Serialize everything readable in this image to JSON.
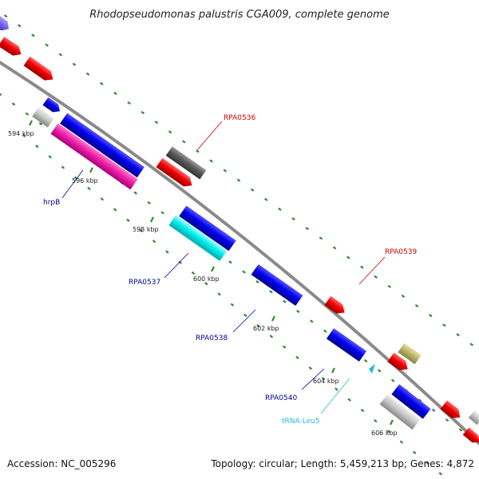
{
  "title": "Rhodopseudomonas palustris CGA009, complete genome",
  "accession": "Accession: NC_005296",
  "summary": "Topology: circular; Length: 5,459,213 bp; Genes: 4,872",
  "ticks": [
    "594 kbp",
    "596 kbp",
    "598 kbp",
    "600 kbp",
    "602 kbp",
    "604 kbp",
    "606 kbp"
  ],
  "gene_labels": [
    {
      "text": "RPA0536",
      "color": "#cc0000"
    },
    {
      "text": "hrpB",
      "color": "#000099"
    },
    {
      "text": "RPA0537",
      "color": "#000099"
    },
    {
      "text": "RPA0538",
      "color": "#000099"
    },
    {
      "text": "RPA0539",
      "color": "#cc0000"
    },
    {
      "text": "RPA0540",
      "color": "#000099"
    },
    {
      "text": "tRNA-Leu5",
      "color": "#22bbdd"
    }
  ],
  "colors": {
    "backbone": "#8a8a8a",
    "dots": "#2e8b2e",
    "red": "#ee0000",
    "blue": "#0000ee",
    "magenta": "#ee22aa",
    "cyan": "#00eeee",
    "gray": "#bbbbbb",
    "dark": "#555555",
    "khaki": "#bdb76b",
    "lavender": "#7b68ee"
  }
}
